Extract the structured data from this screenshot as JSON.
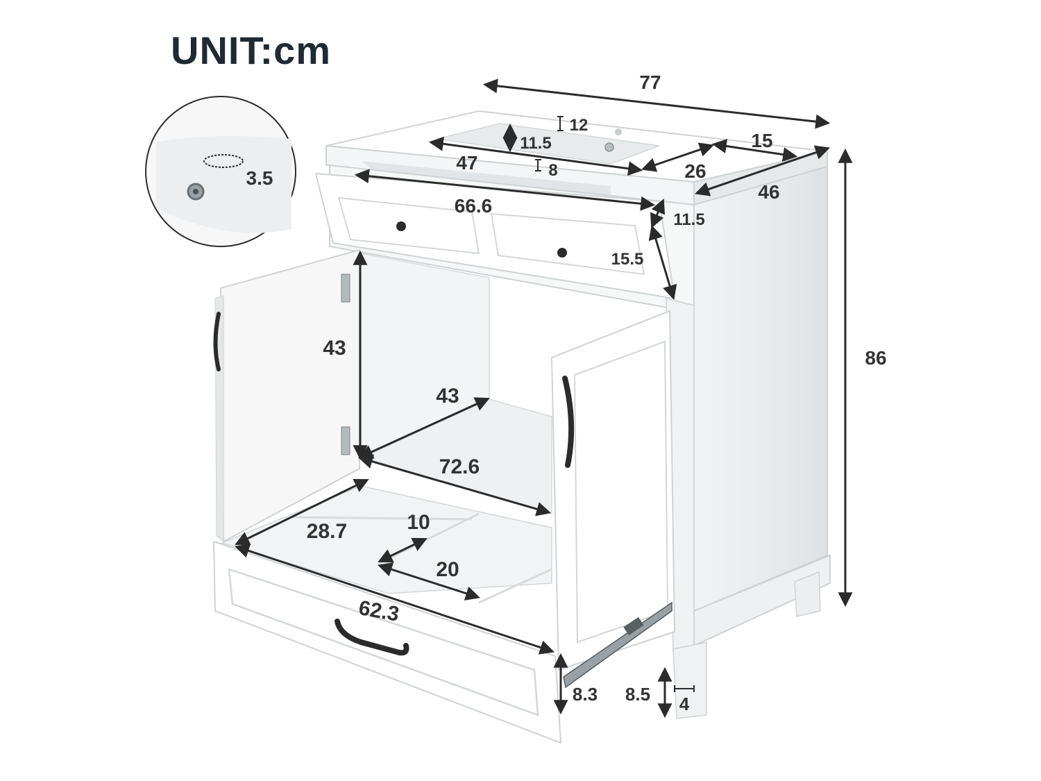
{
  "title": "UNIT:cm",
  "colors": {
    "arrow": "#2b2b2b",
    "text": "#333333",
    "title": "#1f2a33",
    "cabinet": "#ffffff",
    "outline": "#cfd2d4",
    "shade": "#e9ebec"
  },
  "dimensions": {
    "overall_width": "77",
    "overall_height": "86",
    "overall_depth": "46",
    "top_back_depth": "15",
    "basin_depth": "26",
    "basin_width": "47",
    "basin_height": "11.5",
    "faucet_dia": "12",
    "wall_thickness": "8",
    "hole_dia": "3.5",
    "top_drawer_width": "66.6",
    "top_drawer_height": "11.5",
    "top_drawer_depth": "15.5",
    "cabinet_height": "43",
    "cabinet_depth": "43",
    "cabinet_width": "72.6",
    "compartment_depth": "28.7",
    "divider": "10",
    "compartment_width": "20",
    "bottom_drawer_width": "62.3",
    "bottom_drawer_height": "8.3",
    "leg_height": "8.5",
    "leg_width": "4"
  },
  "icons": [
    "overflow-hole-detail-icon",
    "knob-icon",
    "handle-icon",
    "hinge-icon",
    "drawer-slide-icon"
  ]
}
